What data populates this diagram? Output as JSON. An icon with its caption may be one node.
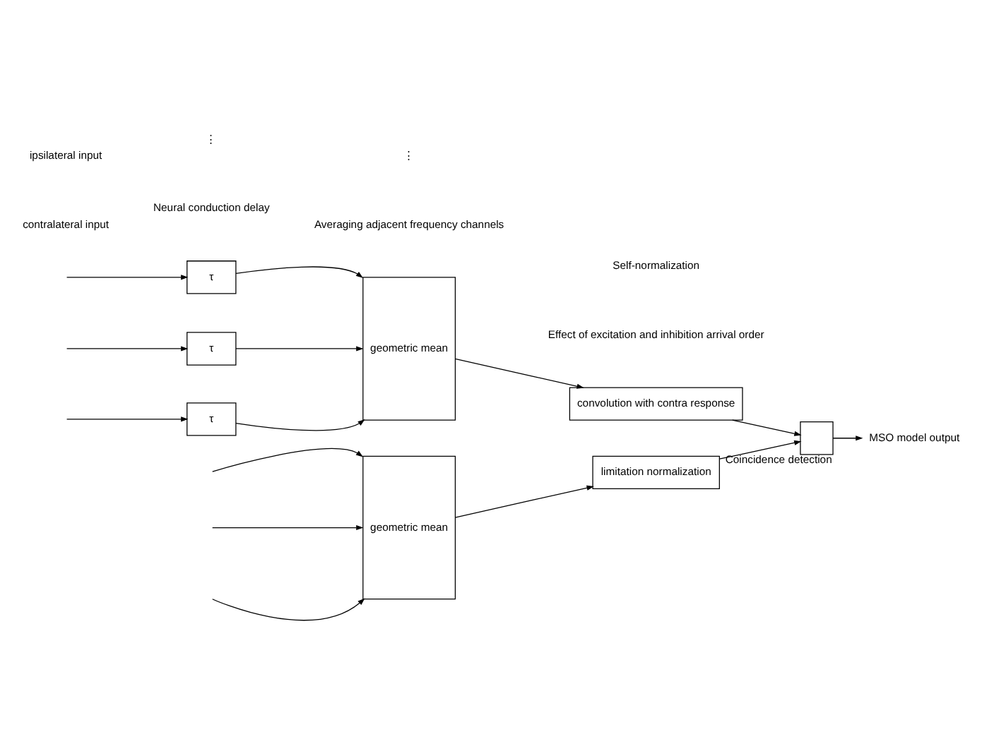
{
  "diagram": {
    "nodes": [
      {
        "text": [
          "τ"
        ]
      },
      {
        "text": [
          "τ"
        ]
      },
      {
        "text": [
          "τ"
        ]
      },
      {
        "text": [
          "geometric mean"
        ]
      },
      {
        "text": [
          "convolution with contra response"
        ]
      },
      {
        "text": [],
        "shape": "box",
        "beside": [
          "Coincidence detection"
        ]
      },
      {
        "text": [
          "MSO model output"
        ]
      },
      {
        "text": [
          "geometric mean"
        ]
      },
      {
        "text": [
          "limitation normalization"
        ]
      }
    ],
    "edges": [
      {
        "from": null,
        "to": 0,
        "arrow": "to"
      },
      {
        "from": null,
        "to": 1,
        "arrow": "to"
      },
      {
        "from": null,
        "to": 2,
        "arrow": "to"
      },
      {
        "from": 0,
        "to": 3,
        "arrow": "to"
      },
      {
        "from": 1,
        "to": 3,
        "arrow": "to"
      },
      {
        "from": 2,
        "to": 3,
        "arrow": "to"
      },
      {
        "from": 3,
        "to": 4,
        "arrow": "to"
      },
      {
        "from": 4,
        "to": 5,
        "arrow": "to"
      },
      {
        "from": 5,
        "to": 6,
        "arrow": "to"
      },
      {
        "from": null,
        "to": 7,
        "arrow": "to"
      },
      {
        "from": null,
        "to": 7,
        "arrow": "to"
      },
      {
        "from": null,
        "to": 7,
        "arrow": "to"
      },
      {
        "from": 7,
        "to": 8,
        "arrow": "to"
      },
      {
        "from": 8,
        "to": 5,
        "arrow": "to"
      }
    ],
    "labels": [
      "Neural conduction delay",
      "Averaging adjacent frequency channels",
      "Effect of excitation and inhibition arrival order",
      "contralateral input",
      "⋮",
      "ipsilateral input",
      "⋮",
      "Self-normalization"
    ]
  }
}
